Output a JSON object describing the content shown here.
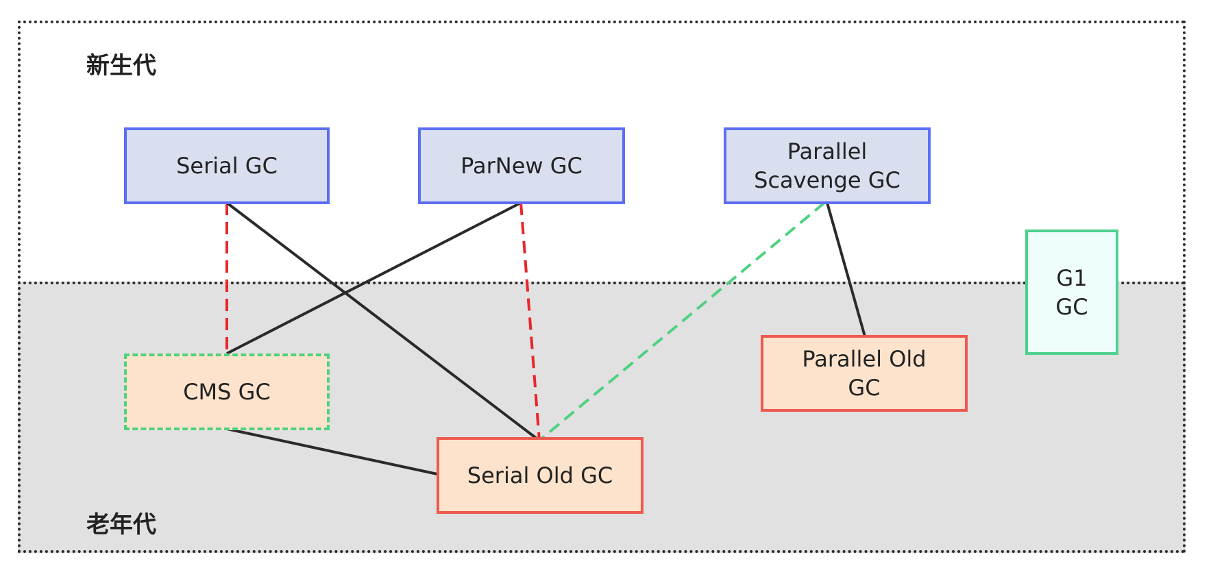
{
  "regions": {
    "young_label": "新生代",
    "old_label": "老年代"
  },
  "nodes": {
    "serial": "Serial GC",
    "parnew": "ParNew GC",
    "parallel_scavenge": "Parallel\nScavenge GC",
    "g1": "G1\nGC",
    "cms": "CMS GC",
    "serial_old": "Serial Old GC",
    "parallel_old": "Parallel Old\nGC"
  },
  "colors": {
    "young_fill": "#dadff0",
    "young_border": "#5c6ff2",
    "old_fill": "#fde3cc",
    "old_border": "#ee5a4f",
    "cms_border": "#4fd180",
    "g1_fill": "#eefefd",
    "solid_link": "#2a2a2a",
    "red_dashed_link": "#e8262b",
    "green_dashed_link": "#4fd180"
  },
  "links": [
    {
      "from": "serial",
      "to": "cms",
      "style": "red-dashed"
    },
    {
      "from": "serial",
      "to": "serial_old",
      "style": "solid"
    },
    {
      "from": "parnew",
      "to": "cms",
      "style": "solid"
    },
    {
      "from": "parnew",
      "to": "serial_old",
      "style": "red-dashed"
    },
    {
      "from": "parallel_scavenge",
      "to": "serial_old",
      "style": "green-dashed"
    },
    {
      "from": "parallel_scavenge",
      "to": "parallel_old",
      "style": "solid"
    },
    {
      "from": "cms",
      "to": "serial_old",
      "style": "solid"
    }
  ]
}
